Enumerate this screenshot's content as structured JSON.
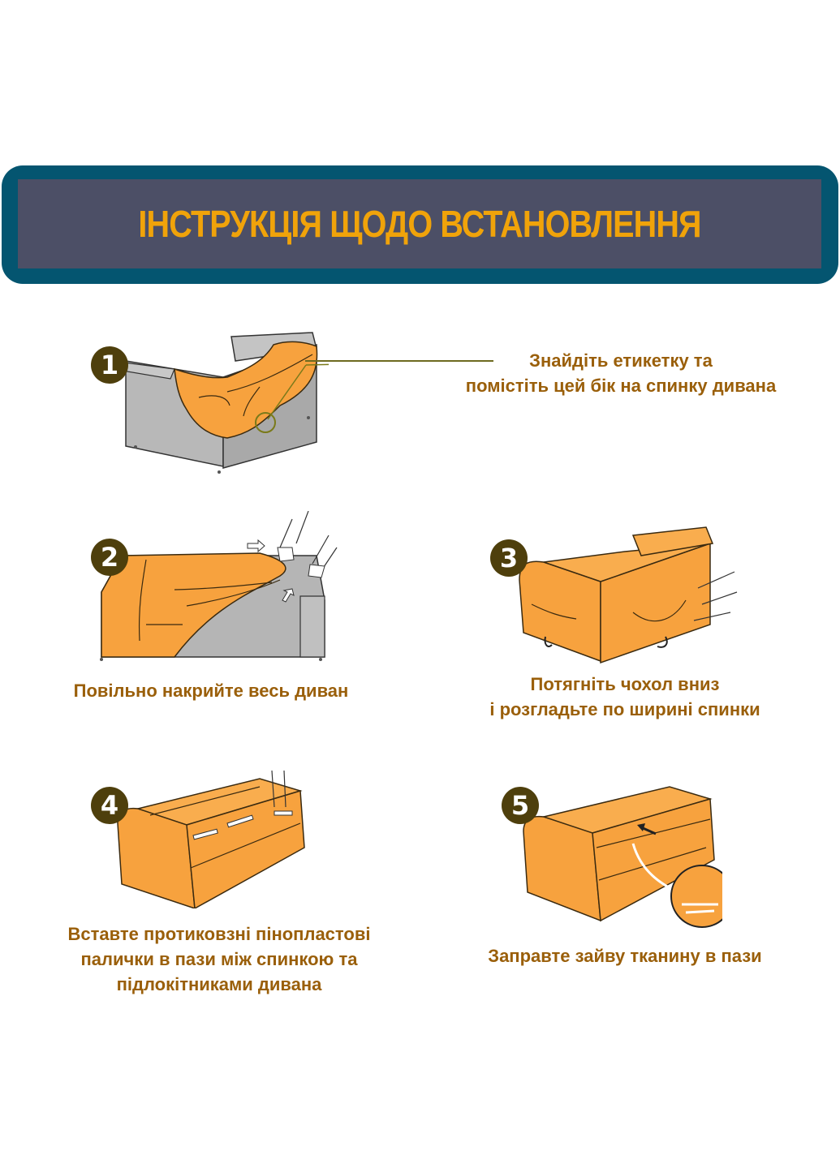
{
  "header": {
    "title": "ІНСТРУКЦІЯ ЩОДО ВСТАНОВЛЕННЯ",
    "colors": {
      "outer": "#045570",
      "inner": "#4c4f66",
      "text": "#f0a30a"
    }
  },
  "colors": {
    "step_text": "#9a5f0a",
    "badge": "#4e3f0c",
    "cover": "#f7a23e",
    "sofa": "#b5b5b5"
  },
  "steps": [
    {
      "number": "1",
      "lines": [
        "Знайдіть етикетку та",
        "помістіть цей бік на спинку дивана"
      ],
      "illustration": "sofa-cover-label-icon"
    },
    {
      "number": "2",
      "lines": [
        "Повільно накрийте весь диван"
      ],
      "illustration": "sofa-cover-pull-over-icon"
    },
    {
      "number": "3",
      "lines": [
        "Потягніть чохол вниз",
        "і розгладьте по ширині спинки"
      ],
      "illustration": "sofa-cover-pull-down-icon"
    },
    {
      "number": "4",
      "lines": [
        "Вставте протиковзні пінопластові",
        "палички в пази між спинкою та",
        "підлокітниками дивана"
      ],
      "illustration": "sofa-foam-sticks-icon"
    },
    {
      "number": "5",
      "lines": [
        "Заправте зайву тканину в пази"
      ],
      "illustration": "sofa-tuck-fabric-icon"
    }
  ]
}
